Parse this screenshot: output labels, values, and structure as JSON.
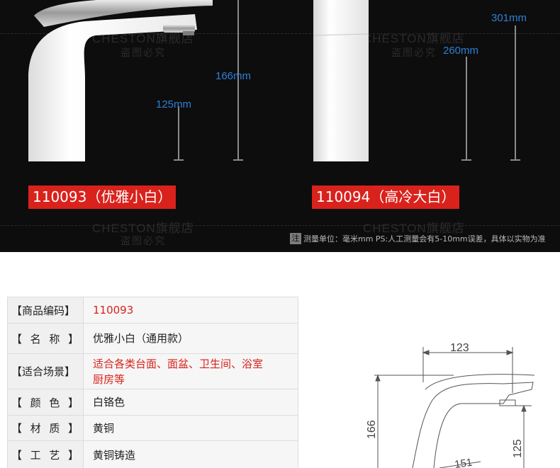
{
  "banner": {
    "watermark_brand": "CHESTON旗舰店",
    "watermark_sub": "盗图必究",
    "dimensions": {
      "model_a_total": "166mm",
      "model_a_spout": "125mm",
      "model_b_total": "301mm",
      "model_b_spout": "260mm"
    },
    "models": [
      {
        "label": "110093（优雅小白）"
      },
      {
        "label": "110094（高冷大白）"
      }
    ],
    "note_badge": "注",
    "note_text": "测量单位：毫米mm  PS:人工测量会有5-10mm误差，具体以实物为准"
  },
  "spec_table": {
    "rows": [
      {
        "key": "【商品编码】",
        "value": "110093"
      },
      {
        "key_open": "【",
        "key_chars": [
          "名",
          "称"
        ],
        "key_close": "】",
        "value": "优雅小白（通用款）"
      },
      {
        "key": "【适合场景】",
        "value_line1": "适合各类台面、面盆、卫生间、浴室",
        "value_line2": "厨房等"
      },
      {
        "key_open": "【",
        "key_chars": [
          "颜",
          "色"
        ],
        "key_close": "】",
        "value": "白铬色"
      },
      {
        "key_open": "【",
        "key_chars": [
          "材",
          "质"
        ],
        "key_close": "】",
        "value": "黄铜"
      },
      {
        "key_open": "【",
        "key_chars": [
          "工",
          "艺"
        ],
        "key_close": "】",
        "value": "黄铜铸造"
      }
    ]
  },
  "drawing": {
    "dim_width": "123",
    "dim_height": "166",
    "dim_spout": "125",
    "dim_base": "151"
  },
  "colors": {
    "banner_bg": "#0d0d0d",
    "dimension_text": "#2f7fd6",
    "tag_red": "#d9221c",
    "table_key_bg": "#f0f0f0"
  }
}
